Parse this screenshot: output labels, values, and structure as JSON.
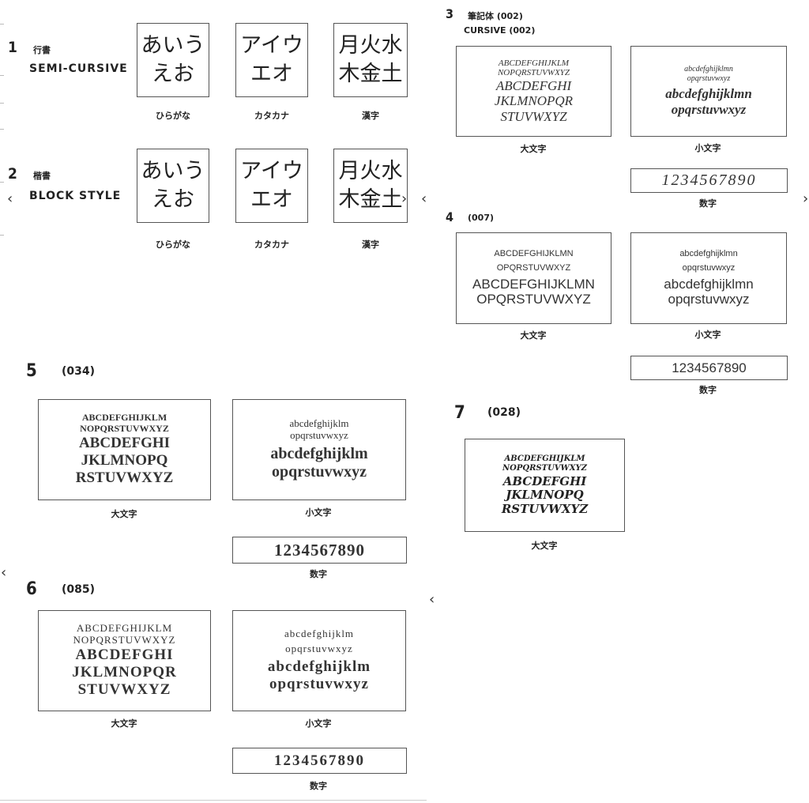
{
  "nav": {
    "prev": "‹",
    "next": "›"
  },
  "captions": {
    "hiragana": "ひらがな",
    "katakana": "カタカナ",
    "kanji": "漢字",
    "upper": "大文字",
    "lower": "小文字",
    "digits": "数字"
  },
  "kana": {
    "hiragana": [
      "あいう",
      "えお"
    ],
    "katakana": [
      "アイウ",
      "エオ"
    ],
    "kanji": [
      "月火水",
      "木金土"
    ]
  },
  "s1": {
    "num": "1",
    "jp": "行書",
    "en": "SEMI-CURSIVE"
  },
  "s2": {
    "num": "2",
    "jp": "楷書",
    "en": "BLOCK STYLE"
  },
  "s3": {
    "num": "3",
    "jp": "筆記体 (002)",
    "en": "CURSIVE (002)"
  },
  "s4": {
    "num": "4",
    "code": "(007)"
  },
  "s5": {
    "num": "5",
    "code": "(034)"
  },
  "s6": {
    "num": "6",
    "code": "(085)"
  },
  "s7": {
    "num": "7",
    "code": "(028)"
  },
  "alpha": {
    "u1": "ABCDEFGHIJKLMN",
    "u2": "OPQRSTUVWXYZ",
    "l1": "abcdefghijklmn",
    "l2": "opqrstuvwxyz",
    "u1s": "ABCDEFGHIJKLM",
    "u2s": "NOPQRSTUVWXYZ",
    "uA": "ABCDEFGHI",
    "uB": "JKLMNOPQR",
    "uC": "STUVWXYZ",
    "uB5": "JKLMNOPQ",
    "uC5": "RSTUVWXYZ",
    "l1s": "abcdefghijklm",
    "digits": "1234567890"
  }
}
